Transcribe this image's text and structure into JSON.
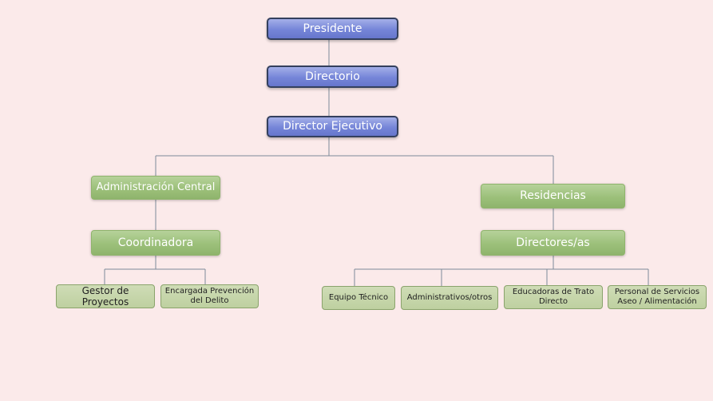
{
  "colors": {
    "background": "#fbeaea",
    "line": "#7c8a99",
    "top_fill": "#7a89d9",
    "top_border": "#34405e",
    "mid_fill": "#9cc07a",
    "leaf_fill": "#c3d4a6",
    "leaf_border": "#8aa36c"
  },
  "org": {
    "presidente": "Presidente",
    "directorio": "Directorio",
    "director_ejecutivo": "Director Ejecutivo",
    "admin_central": "Administración Central",
    "coordinadora": "Coordinadora",
    "gestor_proyectos": "Gestor de Proyectos",
    "encargada_line1": "Encargada Prevención",
    "encargada_line2": "del Delito",
    "residencias": "Residencias",
    "directores": "Directores/as",
    "equipo_tecnico": "Equipo Técnico",
    "administrativos": "Administrativos/otros",
    "educadoras_line1": "Educadoras de Trato",
    "educadoras_line2": "Directo",
    "personal_line1": "Personal de Servicios",
    "personal_line2": "Aseo / Alimentación"
  }
}
